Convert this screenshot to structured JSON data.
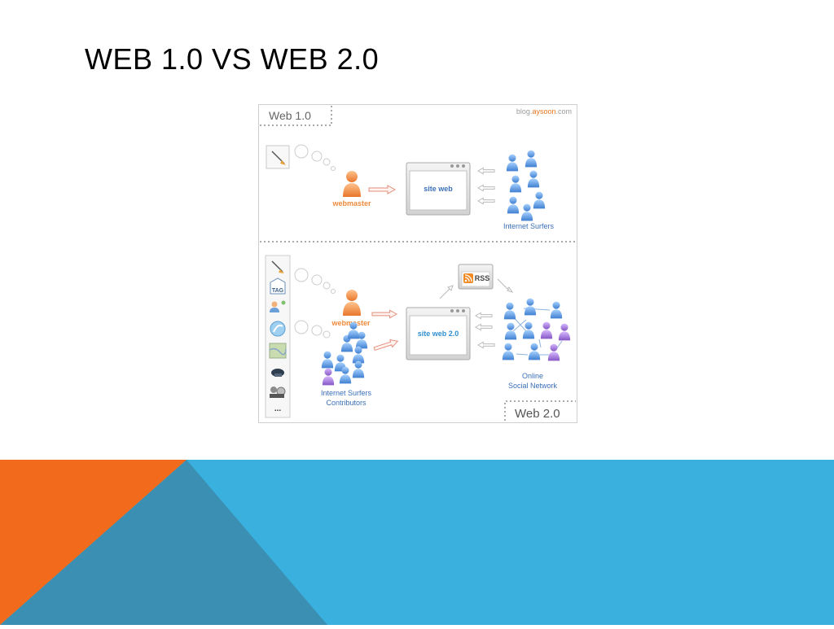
{
  "slide": {
    "title": "WEB 1.0 VS WEB 2.0"
  },
  "diagram": {
    "watermark_prefix": "blog.",
    "watermark_brand": "aysoon",
    "watermark_suffix": ".com",
    "web1": {
      "heading": "Web 1.0",
      "webmaster_label": "webmaster",
      "site_label": "site web",
      "surfers_label": "Internet Surfers"
    },
    "web2": {
      "heading": "Web 2.0",
      "webmaster_label": "webmaster",
      "site_label": "site web 2.0",
      "rss_label": "RSS",
      "contributors_line1": "Internet Surfers",
      "contributors_line2": "Contributors",
      "network_line1": "Online",
      "network_line2": "Social Network",
      "tool_tag_label": "TAG",
      "tool_more_label": "..."
    }
  },
  "colors": {
    "title_text": "#000000",
    "webmaster_orange": "#f0893a",
    "surfer_blue": "#4f8fd6",
    "surfer_purple": "#9b6fd0",
    "label_blue": "#3a6fb8",
    "footer_orange": "#f26b1d",
    "footer_steel": "#3a8fb3",
    "footer_cyan": "#3ab0de"
  }
}
